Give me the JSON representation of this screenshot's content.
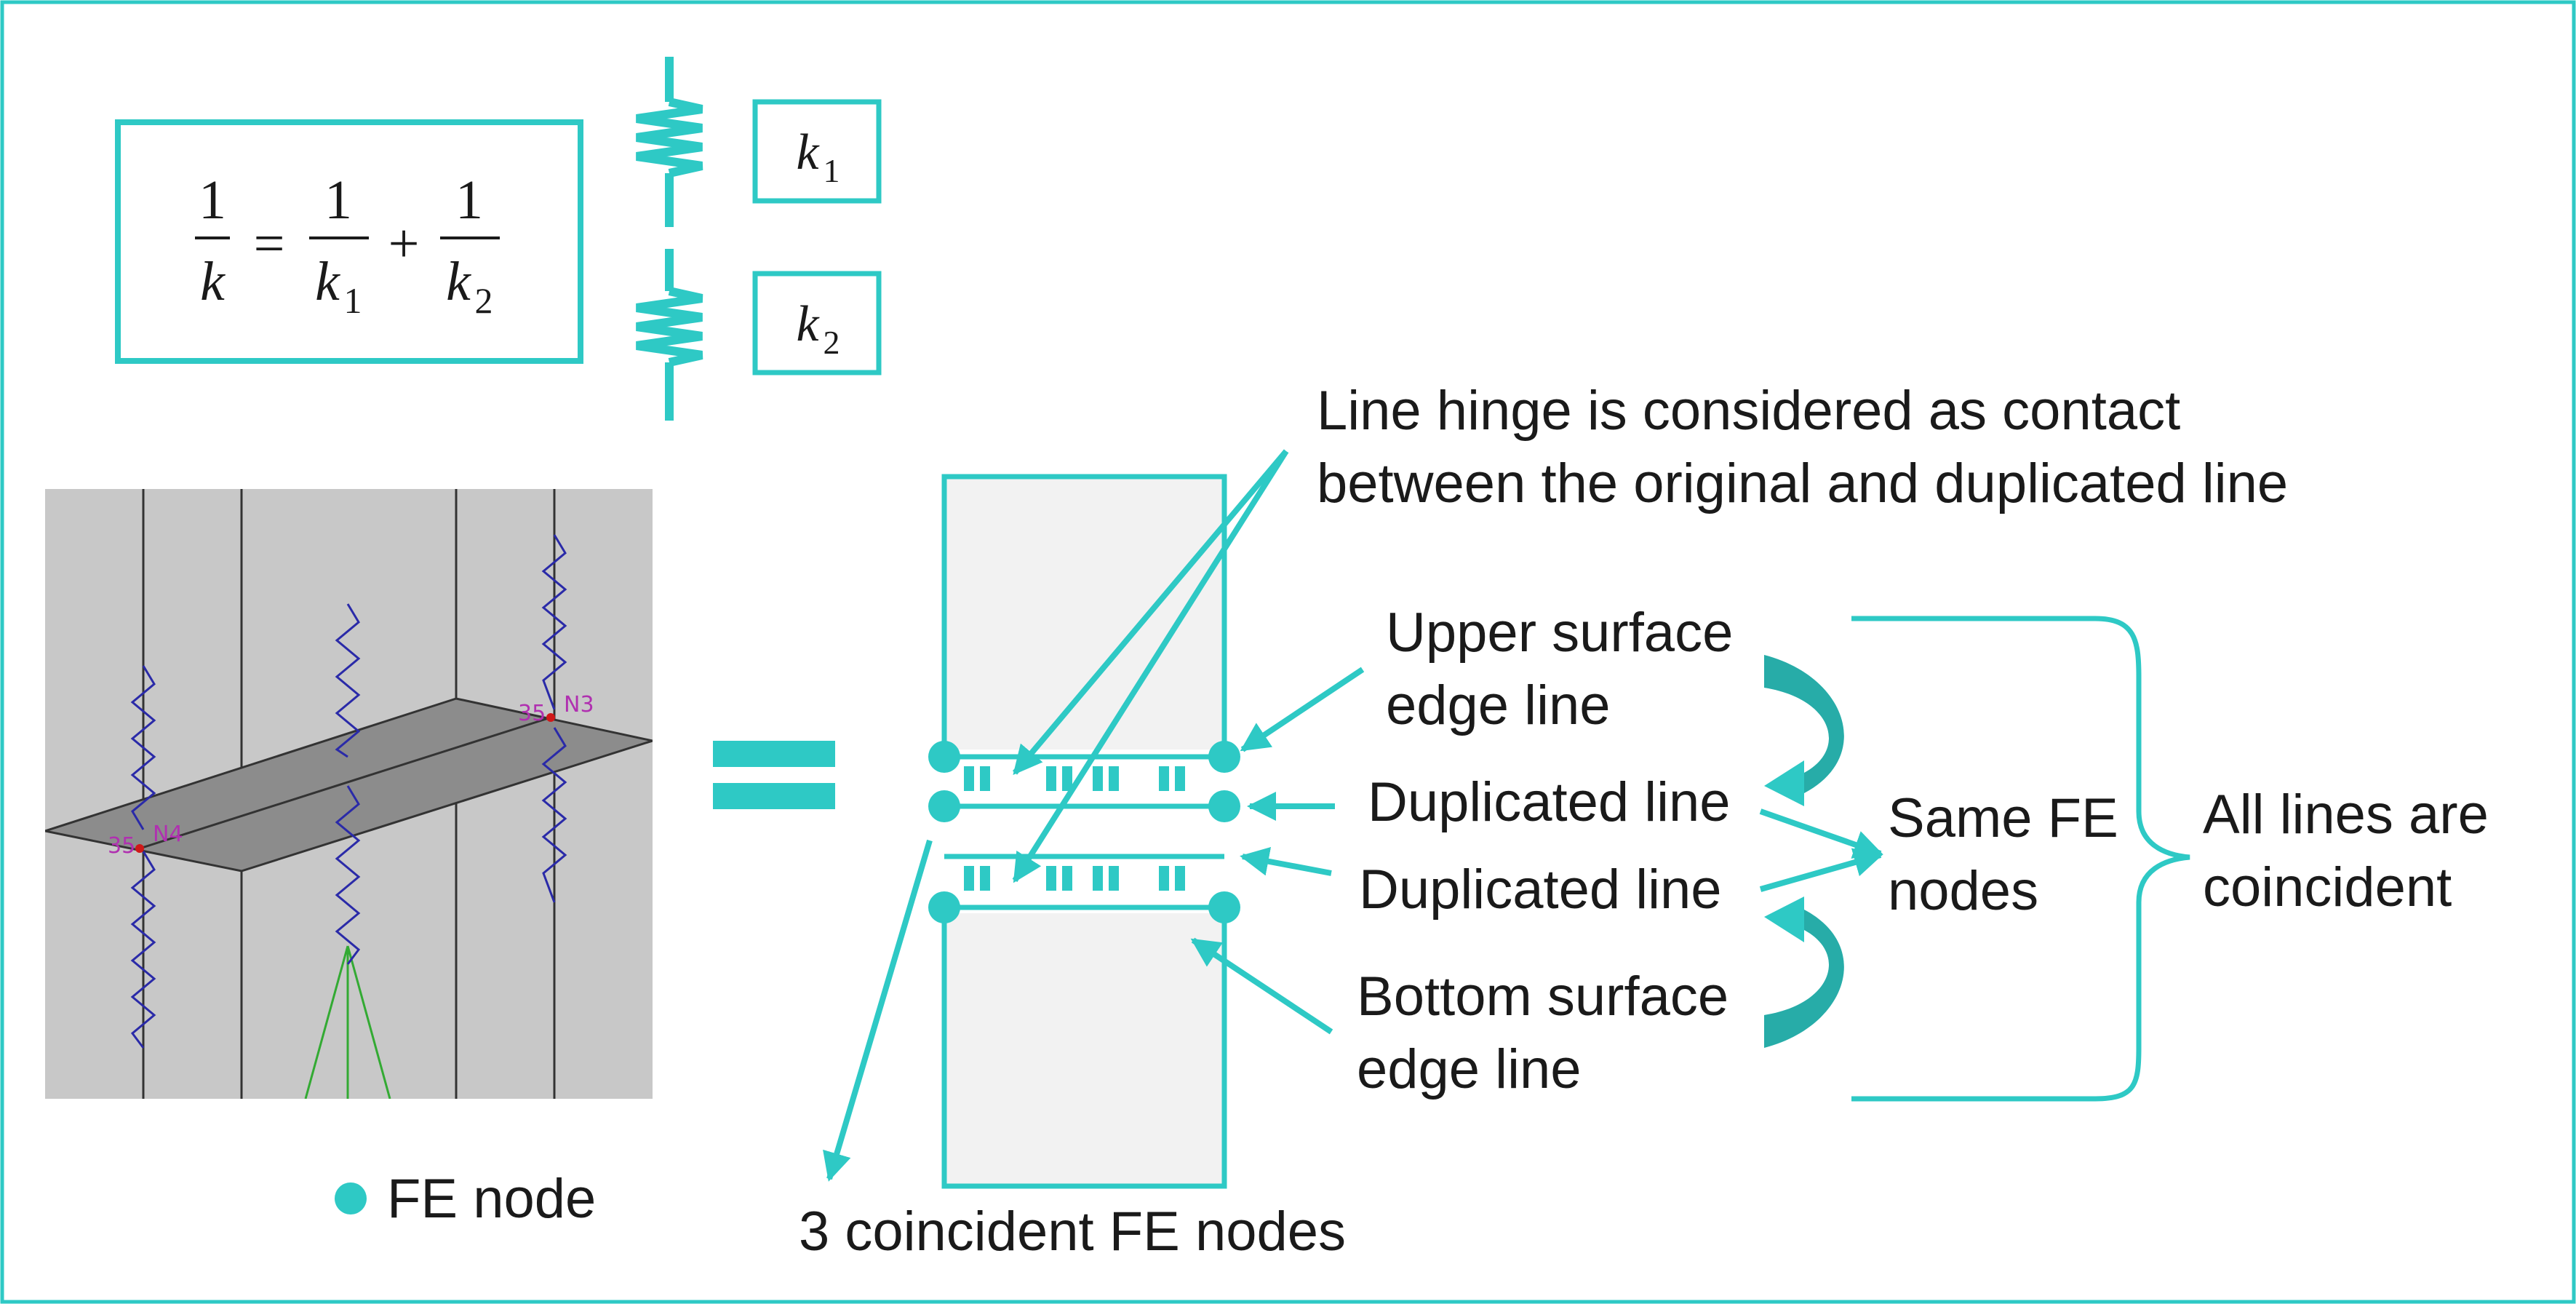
{
  "formula": {
    "numerator": "1",
    "equals": "=",
    "plus": "+",
    "k": "k",
    "k1": "k",
    "k2": "k",
    "sub1": "1",
    "sub2": "2"
  },
  "spring_labels": {
    "k1": "k",
    "k1_sub": "1",
    "k2": "k",
    "k2_sub": "2"
  },
  "model_view": {
    "node_n3": "N3",
    "node_n4": "N4",
    "node_n3_num": "35",
    "node_n4_num": "35"
  },
  "legend": {
    "fe_node": "FE node"
  },
  "labels": {
    "line_hinge_1": "Line hinge is considered as contact",
    "line_hinge_2": "between the original and duplicated line",
    "upper_surface_1": "Upper surface",
    "upper_surface_2": "edge line",
    "duplicated_line_a": "Duplicated line",
    "duplicated_line_b": "Duplicated line",
    "bottom_surface_1": "Bottom surface",
    "bottom_surface_2": "edge line",
    "same_fe_1": "Same FE",
    "same_fe_2": "nodes",
    "all_lines_1": "All lines are",
    "all_lines_2": "coincident",
    "coincident_nodes": "3 coincident FE nodes"
  },
  "colors": {
    "accent": "#2ec9c5",
    "accent_dark": "#1f8f8b",
    "panel_fill": "#f2f2f2",
    "model_bg": "#c8c8c8",
    "spring_blue": "#2a2aa8",
    "node_label": "#b030b0",
    "support_green": "#33aa33"
  }
}
